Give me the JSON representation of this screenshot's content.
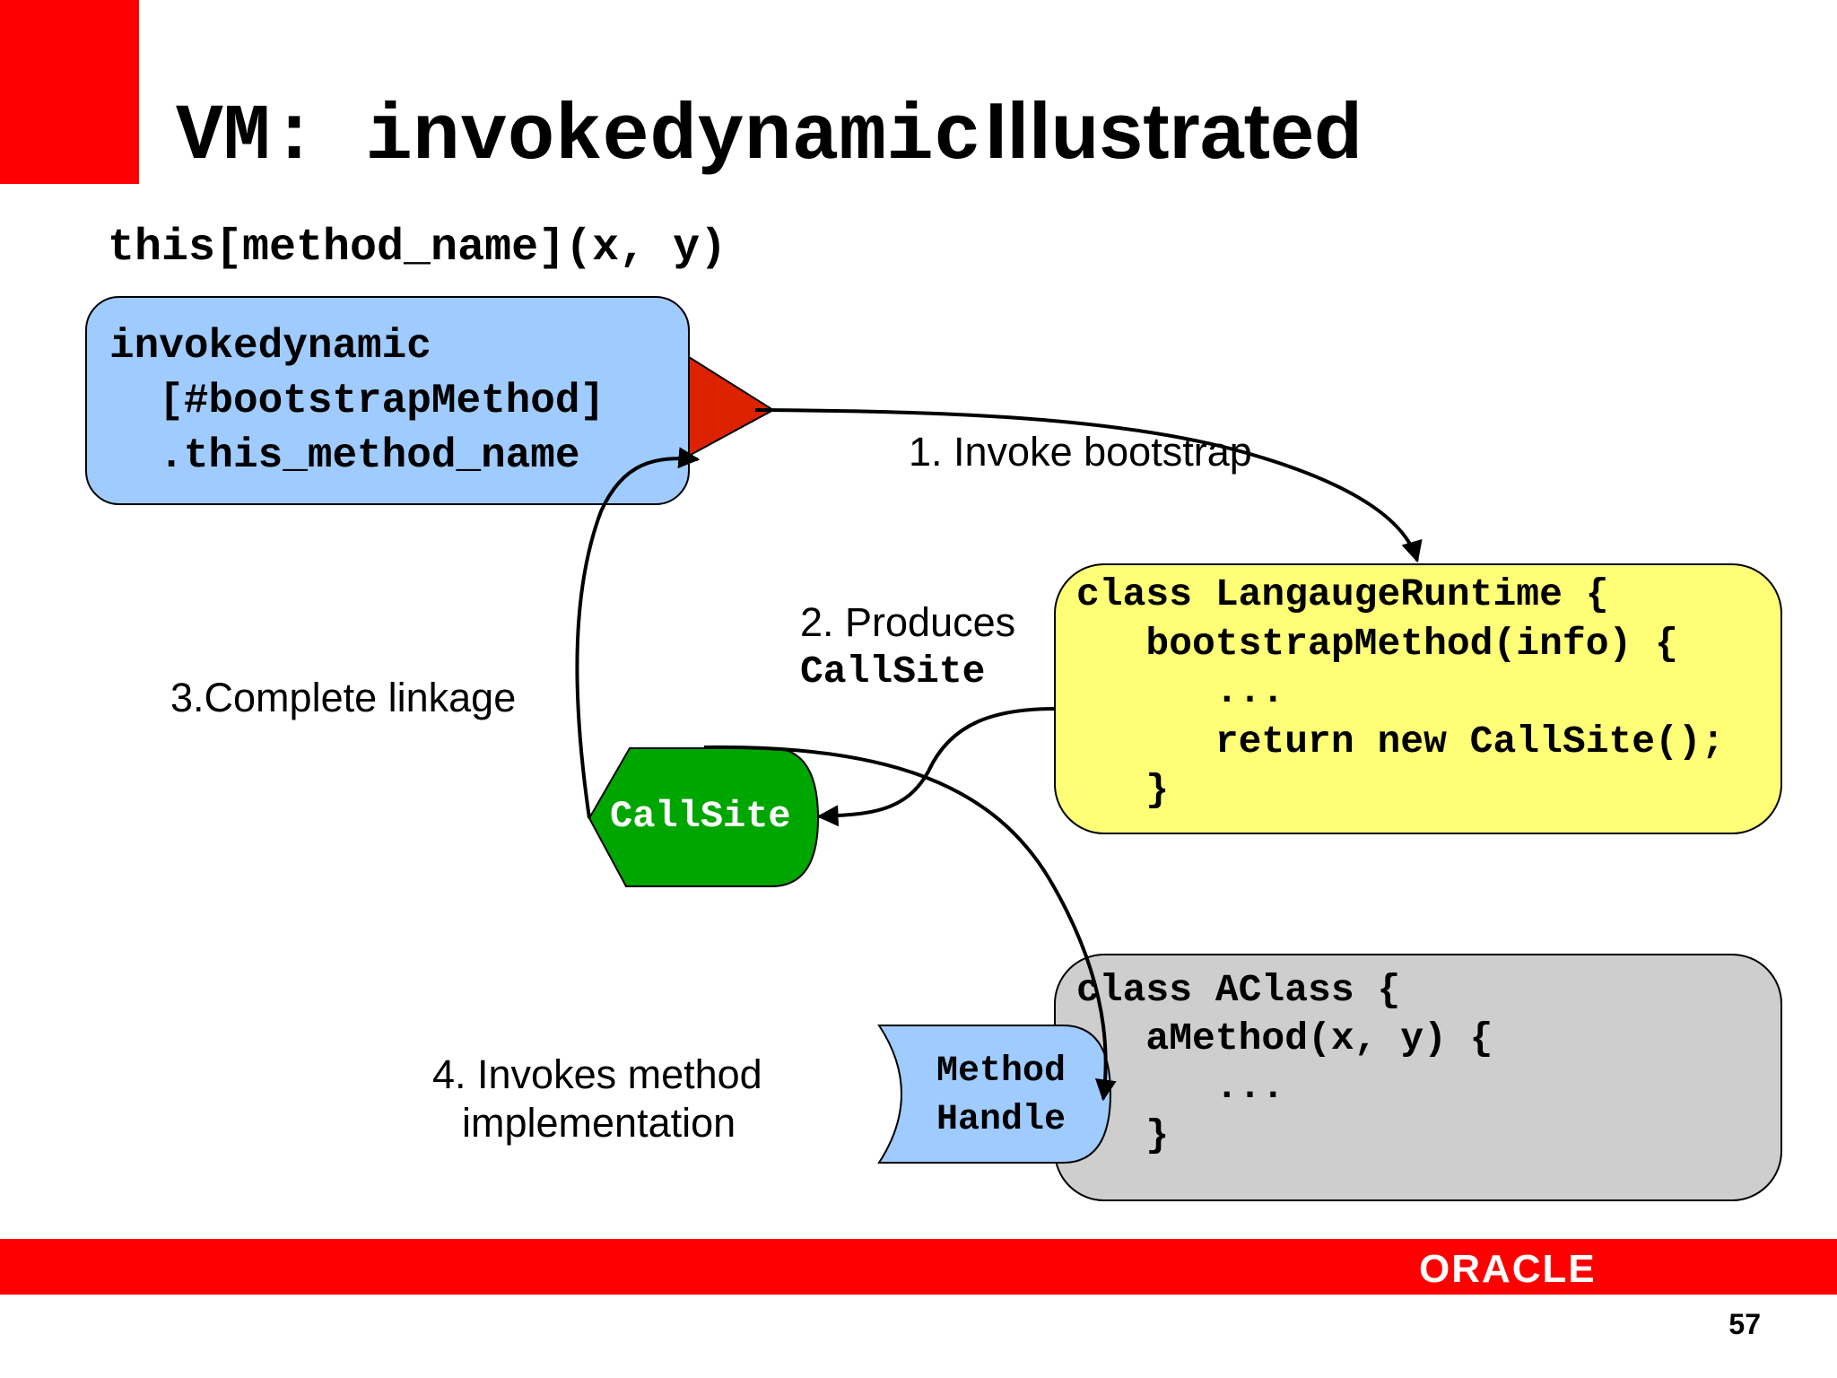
{
  "slide": {
    "title_mono": "VM: invokedynamic",
    "title_sans": "Illustrated",
    "expression": "this[method_name](x, y)",
    "page_number": "57",
    "logo_text": "ORACLE"
  },
  "invokedynamic_box": {
    "line1": "invokedynamic",
    "line2": "  [#bootstrapMethod]",
    "line3": "  .this_method_name"
  },
  "runtime_box": {
    "line1": "class LangaugeRuntime {",
    "line2": "   bootstrapMethod(info) {",
    "line3": "      ...",
    "line4": "      return new CallSite();",
    "line5": "   }"
  },
  "aclass_box": {
    "line1": "class AClass {",
    "line2": "   aMethod(x, y) {",
    "line3": "      ...",
    "line4": "   }"
  },
  "callsite_node": {
    "label": "CallSite"
  },
  "method_handle_node": {
    "line1": "Method",
    "line2": "Handle"
  },
  "steps": {
    "step1": "1. Invoke bootstrap",
    "step2_line1": "2. Produces",
    "step2_line2": "CallSite",
    "step3": "3.Complete linkage",
    "step4_line1": "4. Invokes method",
    "step4_line2": "implementation"
  },
  "colors": {
    "accent_red": "#ff0000",
    "invokedynamic_box": "#9fcbff",
    "runtime_box": "#ffff77",
    "aclass_box": "#cfcecf",
    "callsite_green": "#00a600",
    "trigger_red": "#dd2200",
    "method_handle_blue": "#9fcbff"
  }
}
